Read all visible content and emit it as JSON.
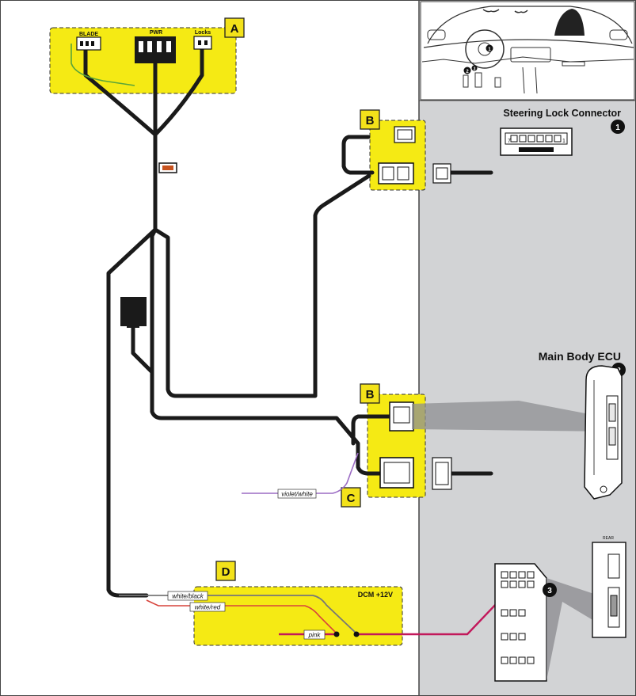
{
  "zones": {
    "a": {
      "badge": "A",
      "blade": "BLADE",
      "pwr": "PWR",
      "locks": "Locks"
    },
    "b1": {
      "badge": "B"
    },
    "b2": {
      "badge": "B"
    },
    "c": {
      "badge": "C"
    },
    "d": {
      "badge": "D",
      "title": "DCM +12V"
    }
  },
  "wires": {
    "violet_white": "violet/white",
    "white_black": "white/black",
    "white_red": "white/red",
    "pink": "pink"
  },
  "vehicle": {
    "steering_lock_title": "Steering Lock Connector",
    "main_ecu_title": "Main Body ECU",
    "pin_left": "7",
    "pin_right": "1",
    "rear_label": "REAR",
    "markers": [
      "1",
      "2",
      "3"
    ]
  },
  "colors": {
    "zone_fill": "#f5ea14",
    "badge_fill": "#f3e21a",
    "panel_gray": "#d2d3d5",
    "harness": "#1a1a1a",
    "pink_wire": "#c2185b",
    "violet_wire": "#9b6bc4"
  },
  "icons": [
    "steering-wheel-icon",
    "dashboard-icon",
    "connector-icon",
    "ecu-icon",
    "fuse-box-icon"
  ]
}
